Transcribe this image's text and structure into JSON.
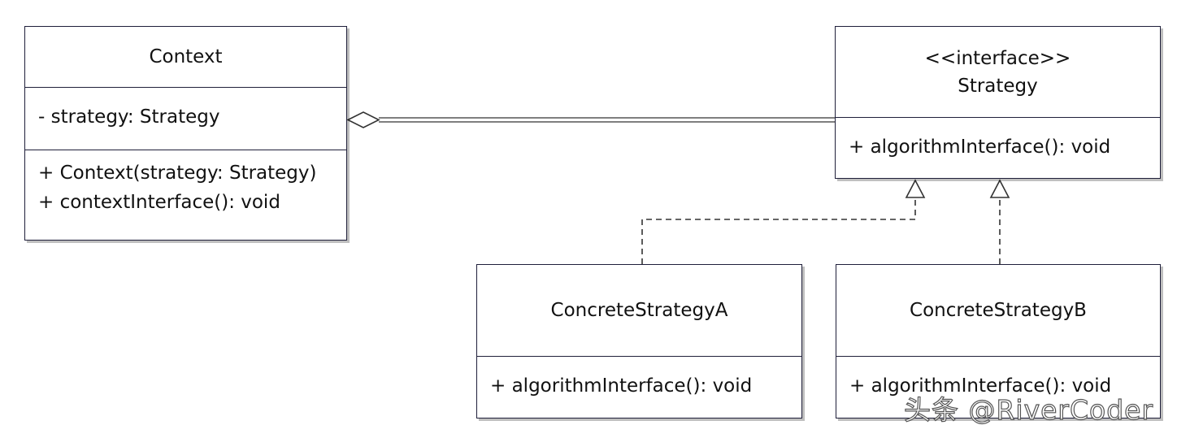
{
  "diagram": {
    "classes": {
      "context": {
        "name": "Context",
        "attributes": [
          "- strategy: Strategy"
        ],
        "methods": [
          "+ Context(strategy: Strategy)",
          "+ contextInterface(): void"
        ]
      },
      "strategy": {
        "stereotype": "<<interface>>",
        "name": "Strategy",
        "methods": [
          "+ algorithmInterface(): void"
        ]
      },
      "concrete_a": {
        "name": "ConcreteStrategyA",
        "methods": [
          "+ algorithmInterface(): void"
        ]
      },
      "concrete_b": {
        "name": "ConcreteStrategyB",
        "methods": [
          "+ algorithmInterface(): void"
        ]
      }
    },
    "relationships": [
      {
        "type": "aggregation",
        "from": "context",
        "to": "strategy"
      },
      {
        "type": "realization",
        "from": "concrete_a",
        "to": "strategy"
      },
      {
        "type": "realization",
        "from": "concrete_b",
        "to": "strategy"
      }
    ]
  },
  "watermark": "头条 @RiverCoder",
  "colors": {
    "border": "#1f1f3a",
    "line": "#333333",
    "background": "#ffffff"
  }
}
